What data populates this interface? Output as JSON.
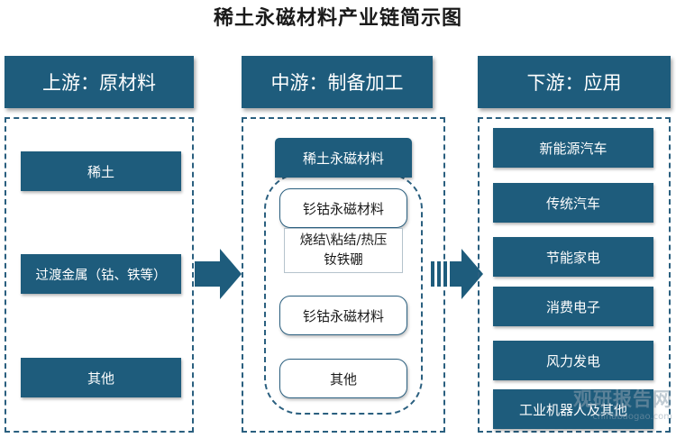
{
  "title": "稀土永磁材料产业链简示图",
  "columns": {
    "upstream": {
      "header": "上游：原材料",
      "items": [
        "稀土",
        "过渡金属（钴、铁等）",
        "其他"
      ]
    },
    "midstream": {
      "header": "中游：制备加工",
      "group_title": "稀土永磁材料",
      "items": [
        "钐钴永磁材料",
        "钐钴永磁材料",
        "其他"
      ],
      "sub_lines": [
        "烧结\\粘结/热压",
        "钕铁硼"
      ]
    },
    "downstream": {
      "header": "下游：应用",
      "items": [
        "新能源汽车",
        "传统汽车",
        "节能家电",
        "消费电子",
        "风力发电",
        "工业机器人及其他"
      ]
    }
  },
  "watermark": {
    "text": "观研报告网",
    "url": "chinabaogao.com"
  },
  "colors": {
    "primary": "#1e5c7c",
    "border": "#2a5f7f"
  },
  "icons": [
    "right-arrow-icon",
    "right-arrow-icon"
  ]
}
